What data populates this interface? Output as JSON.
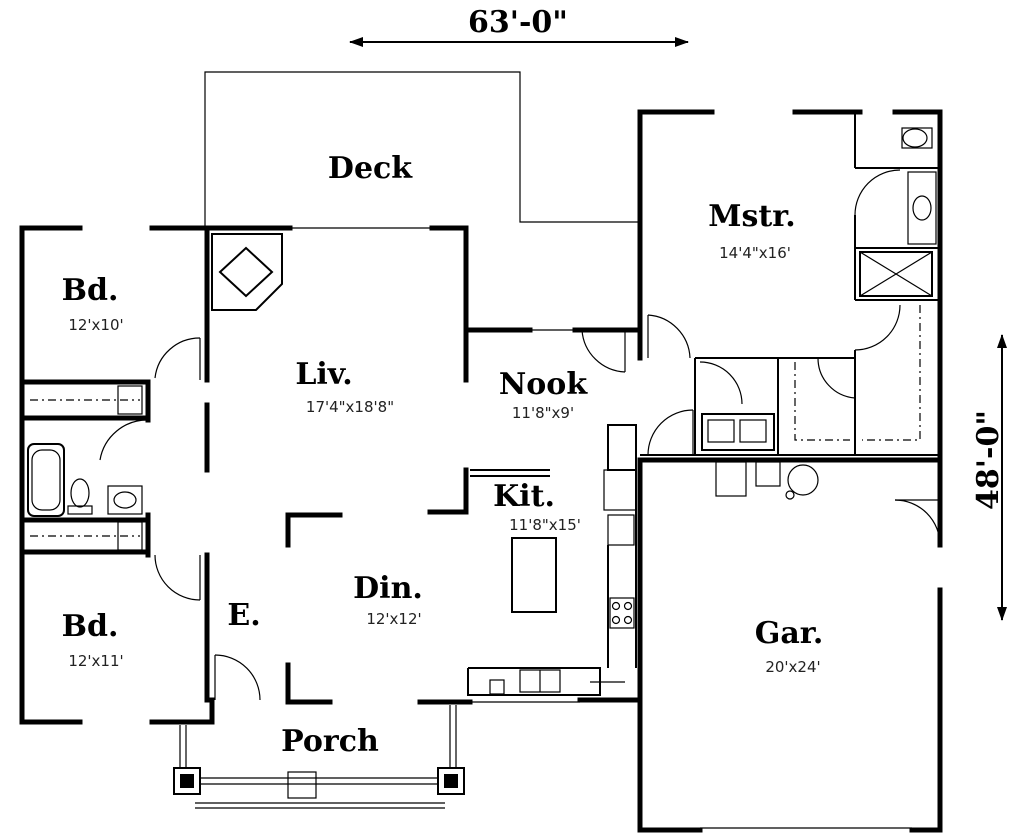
{
  "dimensions": {
    "width_label": "63'-0\"",
    "depth_label": "48'-0\""
  },
  "rooms": {
    "deck": {
      "name": "Deck"
    },
    "master": {
      "name": "Mstr.",
      "size": "14'4\"x16'"
    },
    "bedroom_1": {
      "name": "Bd.",
      "size": "12'x10'"
    },
    "bedroom_2": {
      "name": "Bd.",
      "size": "12'x11'"
    },
    "living": {
      "name": "Liv.",
      "size": "17'4\"x18'8\""
    },
    "nook": {
      "name": "Nook",
      "size": "11'8\"x9'"
    },
    "kitchen": {
      "name": "Kit.",
      "size": "11'8\"x15'"
    },
    "dining": {
      "name": "Din.",
      "size": "12'x12'"
    },
    "entry": {
      "name": "E."
    },
    "garage": {
      "name": "Gar.",
      "size": "20'x24'"
    },
    "porch": {
      "name": "Porch"
    }
  }
}
